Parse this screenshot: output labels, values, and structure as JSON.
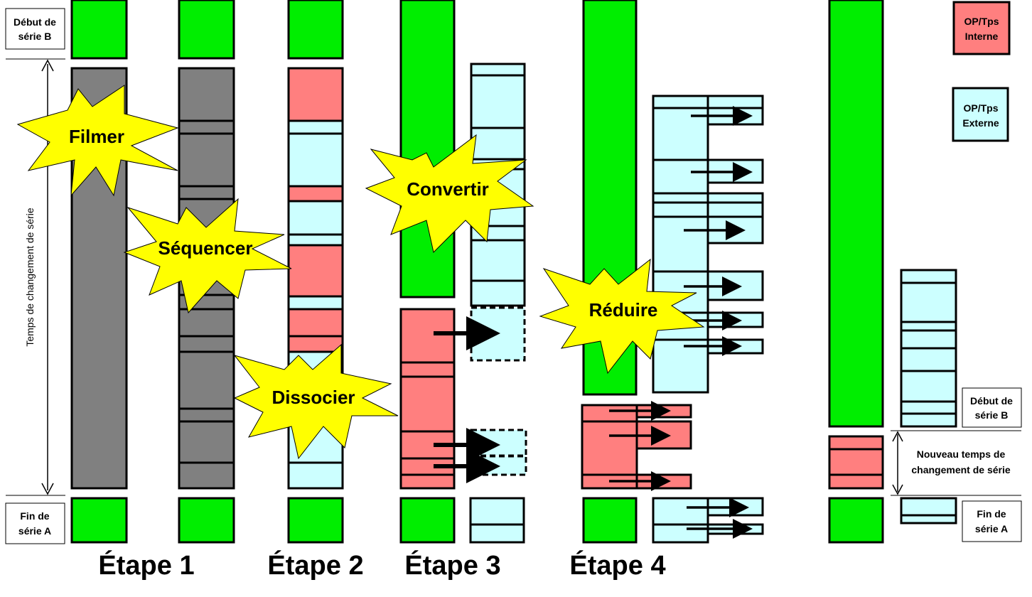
{
  "labels": {
    "debut_serie_b": [
      "Début  de",
      "série B"
    ],
    "fin_serie_a": [
      "Fin de",
      "série A"
    ],
    "temps_changement": "Temps de changement de série",
    "nouveau_temps": [
      "Nouveau temps de",
      "changement de série"
    ],
    "legend_interne": [
      "OP/Tps",
      "Interne"
    ],
    "legend_externe": [
      "OP/Tps",
      "Externe"
    ]
  },
  "bursts": {
    "filmer": "Filmer",
    "sequencer": "Séquencer",
    "dissocier": "Dissocier",
    "convertir": "Convertir",
    "reduire": "Réduire"
  },
  "steps": [
    "Étape 1",
    "Étape 2",
    "Étape 3",
    "Étape 4"
  ],
  "colors": {
    "green": "#00ee00",
    "gray": "#808080",
    "internal": "#ff7f7f",
    "external": "#ccffff",
    "burst": "#ffff00"
  }
}
